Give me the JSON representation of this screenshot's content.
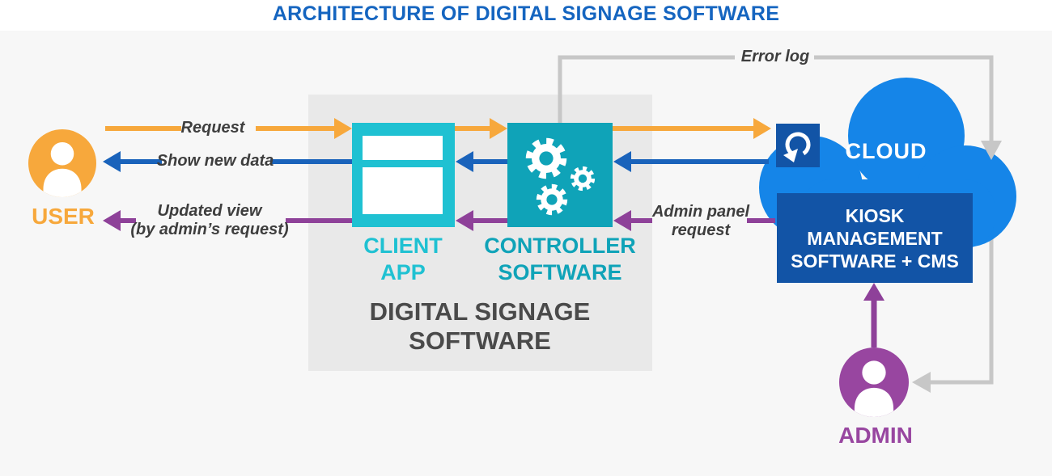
{
  "title": "ARCHITECTURE OF DIGITAL SIGNAGE SOFTWARE",
  "nodes": {
    "user": {
      "label": "USER"
    },
    "client_app": {
      "label_line1": "CLIENT",
      "label_line2": "APP"
    },
    "controller": {
      "label_line1": "CONTROLLER",
      "label_line2": "SOFTWARE"
    },
    "ds_box": {
      "label_line1": "DIGITAL SIGNAGE",
      "label_line2": "SOFTWARE"
    },
    "cloud": {
      "label": "CLOUD"
    },
    "kiosk": {
      "label_line1": "KIOSK",
      "label_line2": "MANAGEMENT",
      "label_line3": "SOFTWARE + CMS"
    },
    "admin": {
      "label": "ADMIN"
    }
  },
  "edges": {
    "request": {
      "label": "Request",
      "color": "#F7A83C",
      "from": "user",
      "to": "cloud"
    },
    "show_new_data": {
      "label": "Show new data",
      "color": "#1A63BB",
      "from": "cloud",
      "to": "user"
    },
    "updated_view": {
      "label_line1": "Updated view",
      "label_line2": "(by admin’s request)",
      "color": "#8E4199",
      "from": "kiosk",
      "to": "user"
    },
    "error_log": {
      "label": "Error log",
      "color": "#C7C7C7",
      "from": "controller",
      "to": "cloud"
    },
    "admin_panel_request": {
      "label_line1": "Admin panel",
      "label_line2": "request",
      "color": "#8E4199",
      "from": "kiosk",
      "to": "controller"
    },
    "admin_to_kiosk": {
      "label": "",
      "color": "#8E4199",
      "from": "admin",
      "to": "kiosk"
    },
    "cloud_to_admin": {
      "label": "",
      "color": "#C7C7C7",
      "from": "cloud",
      "to": "admin"
    }
  },
  "icons": {
    "user_avatar": "person-icon",
    "admin_avatar": "person-icon",
    "client_app": "screen-layout-icon",
    "controller": "gears-icon",
    "cloud_sync": "refresh-icon",
    "cloud": "cloud-shape"
  },
  "colors": {
    "title-blue": "#1565C0",
    "orange": "#F7A83C",
    "blue": "#1A63BB",
    "purple": "#8E4199",
    "admin-purple": "#9846A0",
    "cyan": "#1FC1D2",
    "teal": "#0FA3B8",
    "cloud-blue": "#1585E8",
    "dark-blue": "#1254A6",
    "line-gray": "#C7C7C7",
    "canvas-bg": "#F7F7F7",
    "box-bg": "#E9E9E9",
    "label-text": "#3E3E3E",
    "heading-text": "#4A4A4A"
  }
}
